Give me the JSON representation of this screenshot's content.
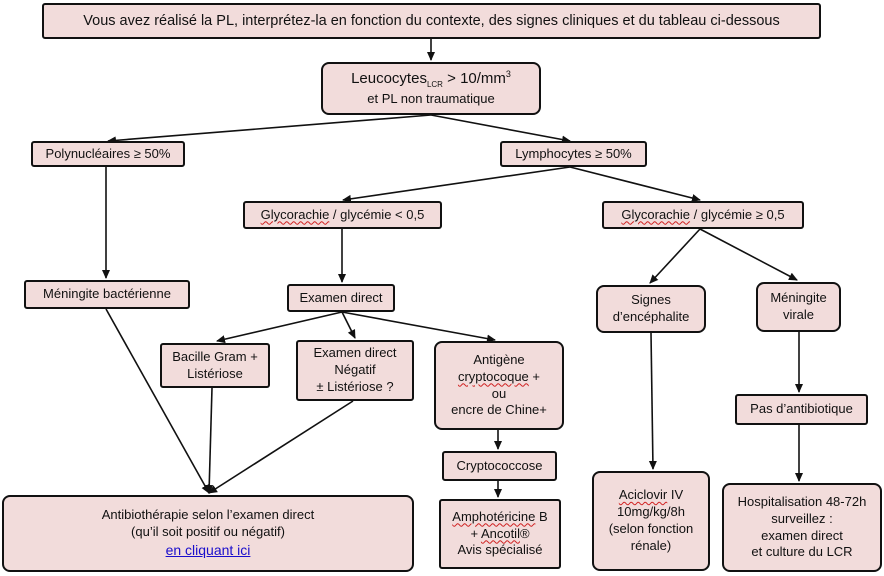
{
  "header": {
    "instruction": "Vous avez réalisé la PL, interprétez-la en fonction du contexte, des signes cliniques et du tableau ci-dessous"
  },
  "root": {
    "leuco_label": "Leucocytes",
    "leuco_sub": "LCR",
    "leuco_value": " > 10/mm",
    "leuco_sup": "3",
    "line2": "et PL non traumatique"
  },
  "branches": {
    "poly": "Polynucléaires ≥ 50%",
    "lympho": "Lymphocytes  ≥ 50%"
  },
  "glyco": {
    "low_word": "Glycorachie",
    "low_rest": " / glycémie < 0,5",
    "high_word": "Glycorachie",
    "high_rest": " / glycémie ≥ 0,5"
  },
  "nodes": {
    "meningite_bact": "Méningite bactérienne",
    "examen_direct": "Examen direct",
    "bacille": [
      "Bacille Gram +",
      "Listériose"
    ],
    "exam_negatif": [
      "Examen direct",
      "Négatif",
      "± Listériose ?"
    ],
    "antigene": {
      "line1": "Antigène",
      "crypto_word": "cryptocoque",
      "crypto_suffix": " +",
      "line3": "ou",
      "line4": "encre de Chine+"
    },
    "signes": [
      "Signes",
      "d’encéphalite"
    ],
    "meningite_virale": [
      "Méningite",
      "virale"
    ],
    "pas_antibio": "Pas d’antibiotique",
    "cryptococcose": "Cryptococcose",
    "antibio": {
      "line1": "Antibiothérapie selon  l’examen direct",
      "line2": "(qu’il soit positif ou négatif)",
      "link": "en cliquant ici"
    },
    "ampho": {
      "ampho_word": "Amphotéricine",
      "ampho_suffix": " B",
      "ancotil_prefix": "+ ",
      "ancotil_word": "Ancotil",
      "ancotil_suffix": "®",
      "avis": "Avis spécialisé"
    },
    "aciclovir": {
      "word": "Aciclovir",
      "suffix": " IV",
      "lines": [
        "10mg/kg/8h",
        "(selon fonction",
        "rénale)"
      ]
    },
    "hospitalisation": [
      "Hospitalisation 48-72h",
      "surveillez :",
      "examen direct",
      "et culture du  LCR"
    ]
  },
  "colors": {
    "box_fill": "#f2dcdb",
    "border": "#111111",
    "link": "#1a0dcc",
    "spellcheck_underline": "#d02020"
  }
}
